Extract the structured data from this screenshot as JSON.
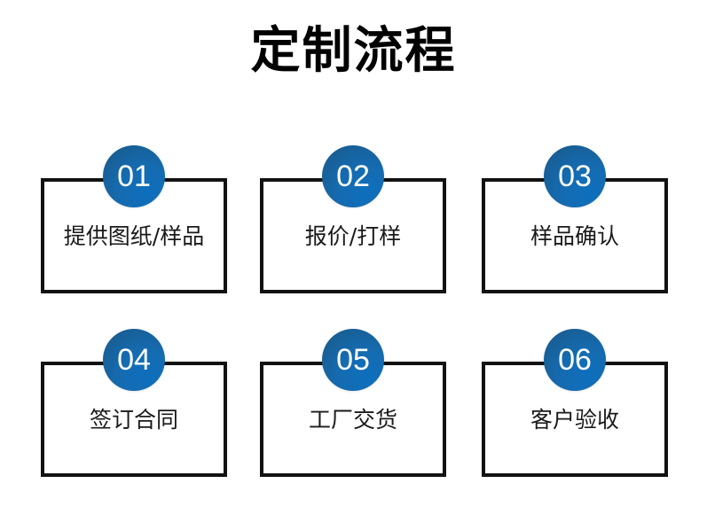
{
  "page": {
    "title": "定制流程",
    "background_color": "#ffffff",
    "accent_color": "#0f6cb8",
    "border_color": "#121212",
    "text_color": "#1a1a1a"
  },
  "steps": [
    {
      "number": "01",
      "label": "提供图纸/样品"
    },
    {
      "number": "02",
      "label": "报价/打样"
    },
    {
      "number": "03",
      "label": "样品确认"
    },
    {
      "number": "04",
      "label": "签订合同"
    },
    {
      "number": "05",
      "label": "工厂交货"
    },
    {
      "number": "06",
      "label": "客户验收"
    }
  ]
}
